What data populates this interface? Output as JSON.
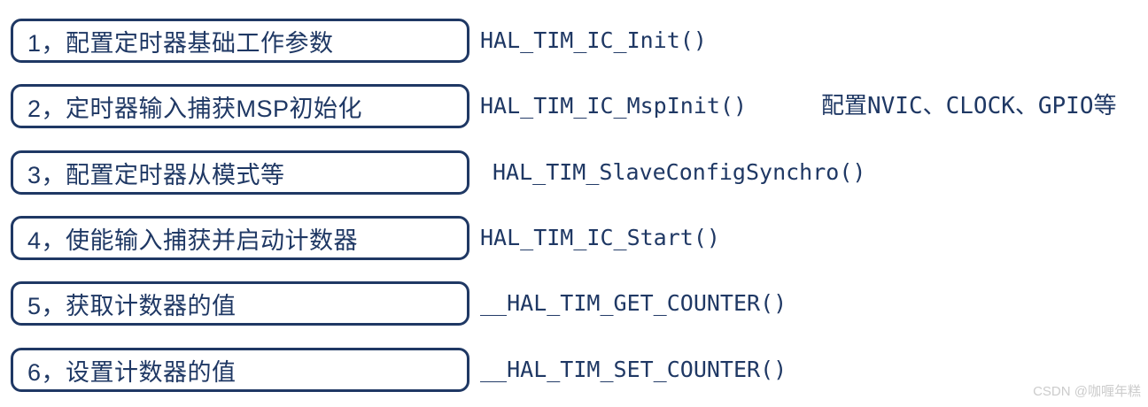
{
  "page": {
    "background": "#ffffff",
    "accent_color": "#1f3864",
    "watermark": "CSDN @咖喱年糕"
  },
  "steps": [
    {
      "label": "1，配置定时器基础工作参数",
      "function": "HAL_TIM_IC_Init()",
      "note": ""
    },
    {
      "label": "2，定时器输入捕获MSP初始化",
      "function": "HAL_TIM_IC_MspInit()",
      "note": "配置NVIC、CLOCK、GPIO等"
    },
    {
      "label": "3，配置定时器从模式等",
      "function": "HAL_TIM_SlaveConfigSynchro()",
      "note": ""
    },
    {
      "label": "4，使能输入捕获并启动计数器",
      "function": "HAL_TIM_IC_Start()",
      "note": ""
    },
    {
      "label": "5，获取计数器的值",
      "function": "__HAL_TIM_GET_COUNTER()",
      "note": ""
    },
    {
      "label": "6，设置计数器的值",
      "function": "__HAL_TIM_SET_COUNTER()",
      "note": ""
    }
  ]
}
